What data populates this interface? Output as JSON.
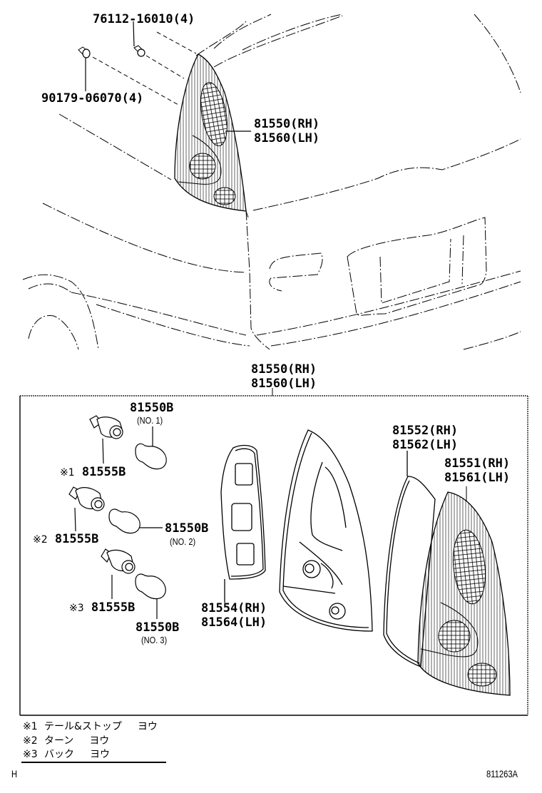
{
  "diagram": {
    "type": "exploded parts diagram",
    "subject": "Rear combination lamp assembly",
    "overview_labels": {
      "screw": "76112-16010(4)",
      "clip": "90179-06070(4)",
      "lamp_assy_rh": "81550(RH)",
      "lamp_assy_lh": "81560(LH)"
    },
    "exploded_box": {
      "header_rh": "81550(RH)",
      "header_lh": "81560(LH)",
      "bulbs": [
        {
          "part": "81550B",
          "sub": "(NO. 1)"
        },
        {
          "part": "81550B",
          "sub": "(NO. 2)"
        },
        {
          "part": "81550B",
          "sub": "(NO. 3)"
        }
      ],
      "sockets": [
        {
          "mark": "※1",
          "part": "81555B"
        },
        {
          "mark": "※2",
          "part": "81555B"
        },
        {
          "mark": "※3",
          "part": "81555B"
        }
      ],
      "reflector_rh": "81554(RH)",
      "reflector_lh": "81564(LH)",
      "gasket_rh": "81552(RH)",
      "gasket_lh": "81562(LH)",
      "lens_rh": "81551(RH)",
      "lens_lh": "81561(LH)"
    },
    "legend": [
      {
        "key": "※1",
        "text": "テール&ストップ",
        "suffix": "ヨウ"
      },
      {
        "key": "※2",
        "text": "ターン",
        "suffix": "ヨウ"
      },
      {
        "key": "※3",
        "text": "バック",
        "suffix": "ヨウ"
      }
    ],
    "footer": {
      "left": "H",
      "right": "811263A"
    }
  }
}
